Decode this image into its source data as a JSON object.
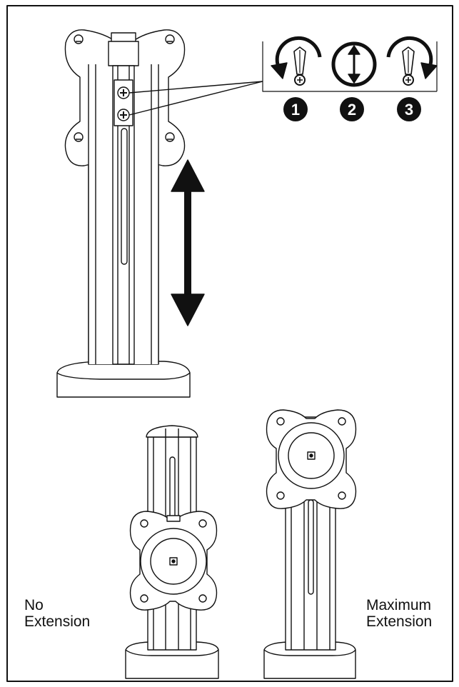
{
  "labels": {
    "no_extension": "No\nExtension",
    "maximum_extension": "Maximum\nExtension"
  },
  "steps": [
    {
      "number": "1",
      "icon": "rotate-counterclockwise-screw-icon"
    },
    {
      "number": "2",
      "icon": "up-down-adjust-icon"
    },
    {
      "number": "3",
      "icon": "rotate-clockwise-screw-icon"
    }
  ],
  "colors": {
    "ink": "#111111",
    "paper": "#ffffff"
  }
}
